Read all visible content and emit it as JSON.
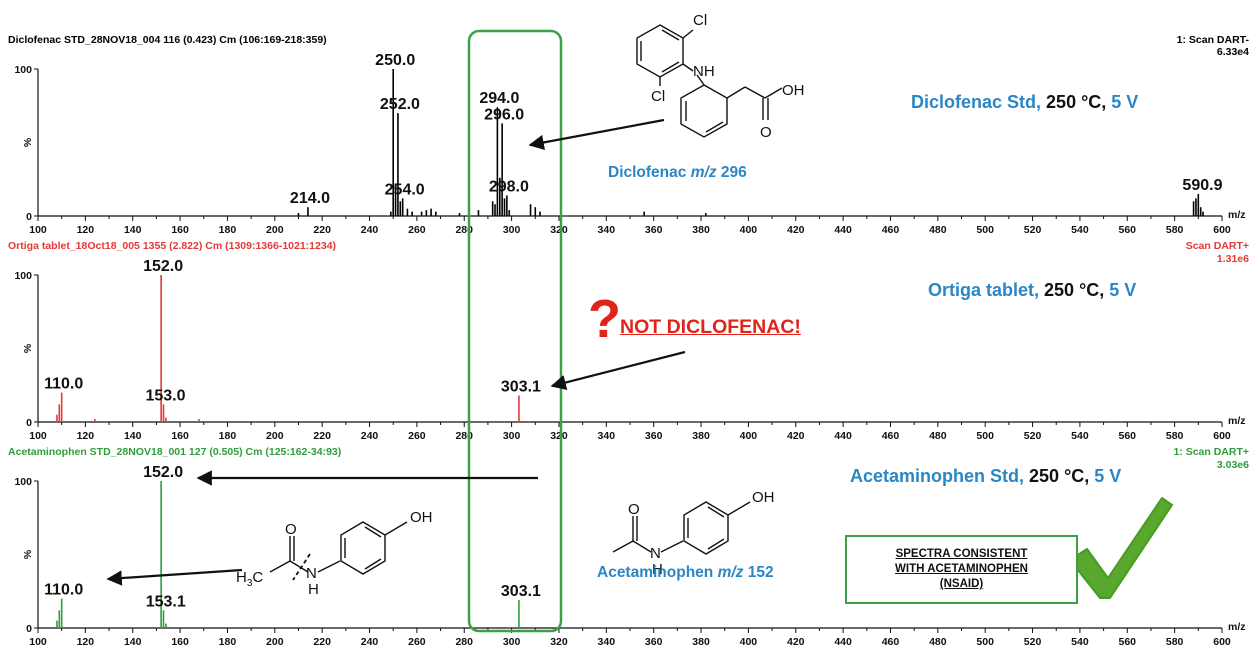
{
  "chart_data": [
    {
      "type": "bar",
      "header_left": "Diclofenac STD_28NOV18_004 116 (0.423) Cm (106:169-218:359)",
      "header_right_1": "1: Scan DART-",
      "header_right_2": "6.33e4",
      "color": "#000000",
      "xlabel": "m/z",
      "ylabel": "%",
      "xlim": [
        100,
        600
      ],
      "ylim": [
        0,
        100
      ],
      "xticks": [
        100,
        120,
        140,
        160,
        180,
        200,
        220,
        240,
        260,
        280,
        300,
        320,
        340,
        360,
        380,
        400,
        420,
        440,
        460,
        480,
        500,
        520,
        540,
        560,
        580,
        600
      ],
      "yticks": [
        0,
        100
      ],
      "x": [
        210,
        214,
        249,
        250,
        251,
        252,
        253,
        254,
        256,
        258,
        262,
        264,
        266,
        268,
        278,
        286,
        292,
        293,
        294,
        295,
        296,
        297,
        298,
        299,
        308,
        310,
        312,
        356,
        382,
        588,
        589,
        590,
        591,
        592
      ],
      "values": [
        2,
        6,
        3,
        100,
        18,
        70,
        10,
        12,
        5,
        3,
        3,
        4,
        5,
        3,
        2,
        4,
        10,
        8,
        74,
        26,
        63,
        12,
        14,
        4,
        8,
        6,
        3,
        3,
        2,
        10,
        12,
        15,
        6,
        3
      ],
      "peak_labels": [
        {
          "x": 214,
          "y": 6,
          "text": "214.0"
        },
        {
          "x": 250,
          "y": 100,
          "text": "250.0"
        },
        {
          "x": 252,
          "y": 70,
          "text": "252.0"
        },
        {
          "x": 254,
          "y": 12,
          "text": "254.0"
        },
        {
          "x": 294,
          "y": 74,
          "text": "294.0"
        },
        {
          "x": 296,
          "y": 63,
          "text": "296.0"
        },
        {
          "x": 298,
          "y": 14,
          "text": "298.0"
        },
        {
          "x": 590.9,
          "y": 15,
          "text": "590.9"
        }
      ]
    },
    {
      "type": "bar",
      "header_left": "Ortiga tablet_18Oct18_005 1355 (2.822) Cm (1309:1366-1021:1234)",
      "header_right_1": "Scan DART+",
      "header_right_2": "1.31e6",
      "color": "#e53935",
      "xlabel": "m/z",
      "ylabel": "%",
      "xlim": [
        100,
        600
      ],
      "ylim": [
        0,
        100
      ],
      "xticks": [
        100,
        120,
        140,
        160,
        180,
        200,
        220,
        240,
        260,
        280,
        300,
        320,
        340,
        360,
        380,
        400,
        420,
        440,
        460,
        480,
        500,
        520,
        540,
        560,
        580,
        600
      ],
      "yticks": [
        0,
        100
      ],
      "x": [
        108,
        109,
        110,
        124,
        152,
        153,
        154,
        168,
        303.1
      ],
      "values": [
        5,
        12,
        20,
        2,
        100,
        12,
        3,
        2,
        18
      ],
      "peak_labels": [
        {
          "x": 110,
          "y": 20,
          "text": "110.0"
        },
        {
          "x": 152,
          "y": 100,
          "text": "152.0"
        },
        {
          "x": 153,
          "y": 12,
          "text": "153.0"
        },
        {
          "x": 303.1,
          "y": 18,
          "text": "303.1"
        }
      ]
    },
    {
      "type": "bar",
      "header_left": "Acetaminophen STD_28NOV18_001 127 (0.505) Cm (125:162-34:93)",
      "header_right_1": "1: Scan DART+",
      "header_right_2": "3.03e6",
      "color": "#2e9e3a",
      "xlabel": "m/z",
      "ylabel": "%",
      "xlim": [
        100,
        600
      ],
      "ylim": [
        0,
        100
      ],
      "xticks": [
        100,
        120,
        140,
        160,
        180,
        200,
        220,
        240,
        260,
        280,
        300,
        320,
        340,
        360,
        380,
        400,
        420,
        440,
        460,
        480,
        500,
        520,
        540,
        560,
        580,
        600
      ],
      "yticks": [
        0,
        100
      ],
      "x": [
        108,
        109,
        110,
        152,
        153,
        154,
        303.1
      ],
      "values": [
        5,
        12,
        20,
        100,
        12,
        3,
        19
      ],
      "peak_labels": [
        {
          "x": 110,
          "y": 20,
          "text": "110.0"
        },
        {
          "x": 152,
          "y": 100,
          "text": "152.0"
        },
        {
          "x": 153.1,
          "y": 12,
          "text": "153.1"
        },
        {
          "x": 303.1,
          "y": 19,
          "text": "303.1"
        }
      ]
    }
  ],
  "annotations": {
    "cond1_name": "Diclofenac Std,",
    "cond1_temp": "250 °C,",
    "cond1_volt": "5 V",
    "cond2_name": "Ortiga tablet,",
    "cond2_temp": "250 °C,",
    "cond2_volt": "5 V",
    "cond3_name": "Acetaminophen Std,",
    "cond3_temp": "250 °C,",
    "cond3_volt": "5 V",
    "diclofenac_caption_a": "Diclofenac",
    "diclofenac_caption_b": "m/z",
    "diclofenac_caption_c": "296",
    "acetaminophen_caption_a": "Acetaminophen",
    "acetaminophen_caption_b": "m/z",
    "acetaminophen_caption_c": "152",
    "question_mark": "?",
    "not_diclofenac": "NOT DICLOFENAC!",
    "box_line1": "SPECTRA CONSISTENT",
    "box_line2": "WITH ACETAMINOPHEN",
    "box_line3": "(NSAID)",
    "mol_cl_top": "Cl",
    "mol_cl_bottom": "Cl",
    "mol_nh": "NH",
    "mol_oh_acid": "OH",
    "mol_o_acid": "O",
    "mol_o_amide": "O",
    "mol_h": "H",
    "mol_n": "N",
    "mol_oh_phenol": "OH",
    "mol_h3c": "H",
    "mol_h3c_sub": "3",
    "mol_h3c_c": "C",
    "mol2_o": "O",
    "mol2_h": "H",
    "mol2_n": "N",
    "mol2_oh": "OH"
  },
  "colors": {
    "accent_blue": "#2a86c4",
    "highlight_green": "#3da049",
    "warning_red": "#e2231a",
    "check_green": "#57a82c"
  }
}
